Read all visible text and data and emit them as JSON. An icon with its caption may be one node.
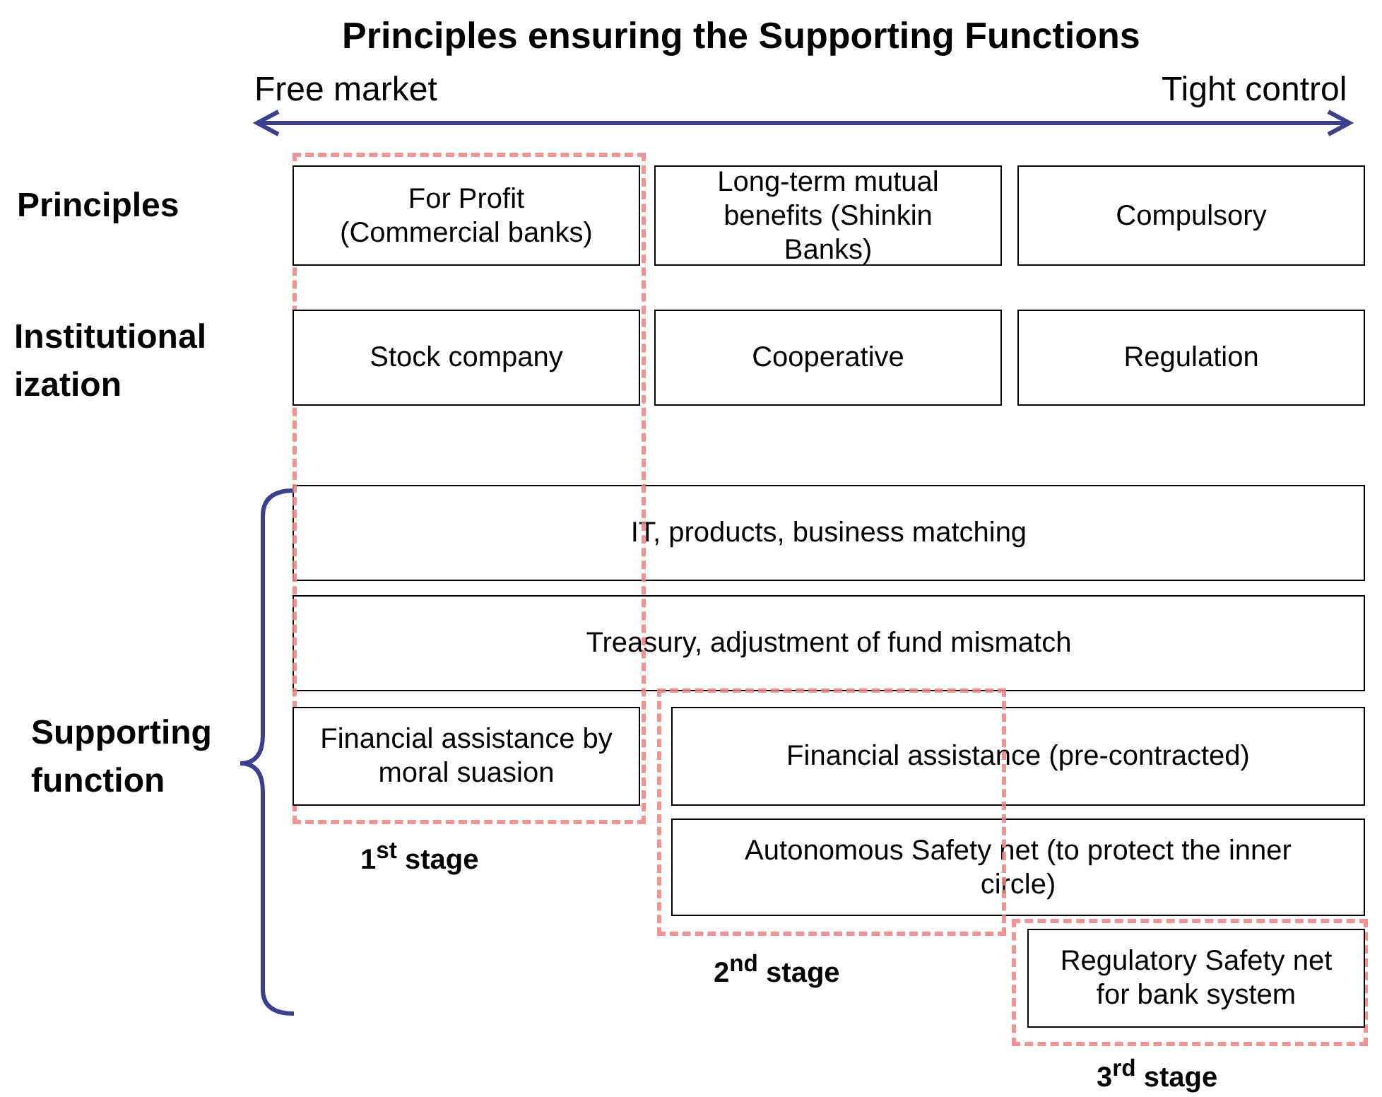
{
  "diagram": {
    "title": "Principles ensuring the Supporting Functions",
    "nodes": [
      {
        "text": [],
        "shape": "box",
        "beside": [
          "1$^{st}$ stage"
        ]
      },
      {
        "text": [
          "For Profit (Commercial banks)"
        ],
        "in": 0
      },
      {
        "text": [
          "Long-term mutual benefits (Shinkin Banks)"
        ]
      },
      {
        "text": [
          "Compulsory"
        ]
      },
      {
        "text": [
          "Stock company"
        ],
        "in": 0
      },
      {
        "text": [
          "Cooperative"
        ]
      },
      {
        "text": [
          "Regulation"
        ]
      },
      {
        "text": [
          "IT, products, business matching"
        ]
      },
      {
        "text": [
          "Treasury, adjustment of fund mismatch"
        ]
      },
      {
        "text": [
          "Financial assistance by moral suasion"
        ],
        "in": 0
      },
      {
        "text": [],
        "shape": "box",
        "beside": [
          "2$^{nd}$ stage"
        ]
      },
      {
        "text": [
          "Financial assistance (pre-contracted)"
        ]
      },
      {
        "text": [
          "Autonomous Safety net (to protect the inner circle)"
        ]
      },
      {
        "text": [],
        "shape": "box",
        "beside": [
          "3$^{rd}$ stage"
        ]
      },
      {
        "text": [
          "Regulatory Safety net for bank system"
        ],
        "in": 13
      }
    ],
    "labels": [
      "Free market",
      "Tight control",
      "Principles",
      "Institutional ization",
      "Supporting function"
    ]
  }
}
